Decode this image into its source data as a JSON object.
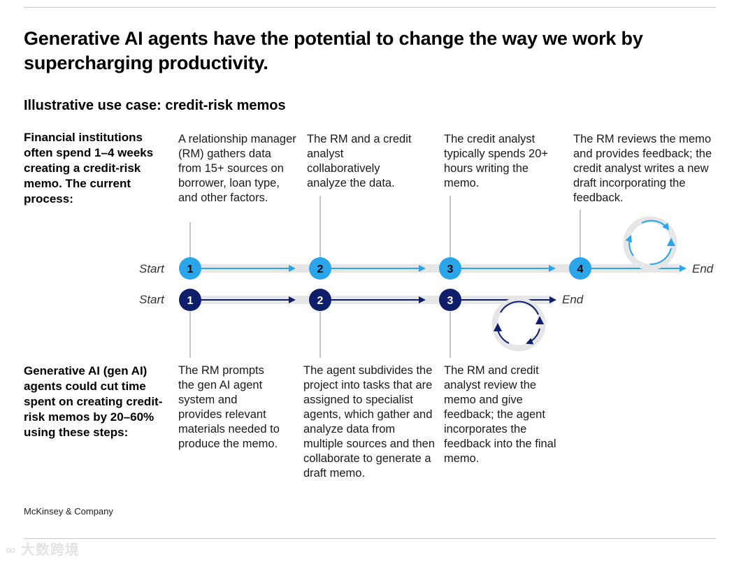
{
  "title": "Generative AI agents have the potential to change the way we work by supercharging productivity.",
  "subtitle": "Illustrative use case: credit-risk memos",
  "current_process": {
    "lead": "Financial institutions often spend 1–4 weeks creating a credit-risk memo. The current process:",
    "start_label": "Start",
    "end_label": "End",
    "steps": [
      {
        "number": "1",
        "text": "A relationship manager (RM) gathers data from 15+ sources on borrower, loan type, and other factors."
      },
      {
        "number": "2",
        "text": "The RM and a credit analyst collaboratively analyze the data."
      },
      {
        "number": "3",
        "text": "The credit analyst typically spends 20+ hours writing the memo."
      },
      {
        "number": "4",
        "text": "The RM reviews the memo and provides feedback; the credit analyst writes a new draft incorporating the feedback."
      }
    ]
  },
  "gen_ai_process": {
    "lead": "Generative AI (gen AI) agents could cut time spent on creating credit-risk memos by 20–60% using these steps:",
    "start_label": "Start",
    "end_label": "End",
    "steps": [
      {
        "number": "1",
        "text": "The RM prompts the gen AI agent system and provides relevant materials needed to produce the memo."
      },
      {
        "number": "2",
        "text": "The agent subdivides the project into tasks that are assigned to specialist agents, which gather and analyze data from multiple sources and then collaborate to generate a draft memo."
      },
      {
        "number": "3",
        "text": "The RM and credit analyst review the memo and give feedback; the agent incorporates the feedback into the final memo."
      }
    ]
  },
  "footer": "McKinsey & Company",
  "watermark": "大数跨境",
  "colors": {
    "current": "#2aa5ea",
    "gen_ai": "#0f1e6a",
    "track": "#e6e6e6",
    "connector": "#8a8a8a"
  }
}
